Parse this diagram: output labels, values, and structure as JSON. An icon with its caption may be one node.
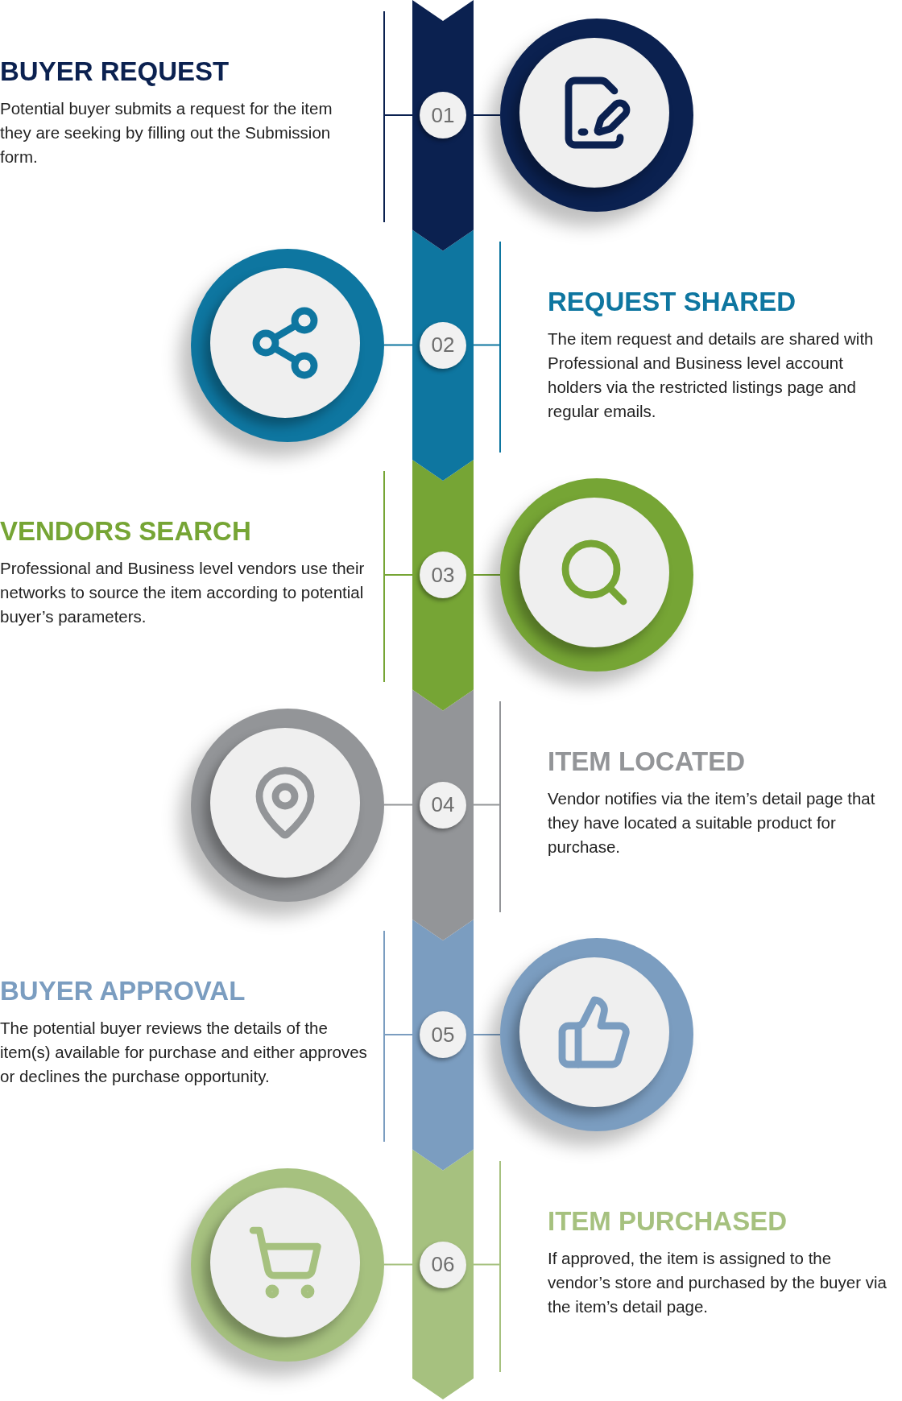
{
  "diagram": {
    "nodes": [
      {
        "text": [
          "BUYER REQUEST",
          "Potential buyer submits a request for the item they are seeking by filling out the Submission form."
        ]
      },
      {
        "text": [
          "01"
        ]
      },
      {
        "text": [],
        "shape": "circle"
      },
      {
        "text": [
          "REQUEST SHARED",
          "The item request and details are shared with Professional and Business level account holders via the restricted listings page and regular emails."
        ]
      },
      {
        "text": [
          "02"
        ]
      },
      {
        "text": [],
        "shape": "circle"
      },
      {
        "text": [
          "VENDORS SEARCH",
          "Professional and Business level vendors use their networks to source the item according to potential buyer’s parameters."
        ]
      },
      {
        "text": [
          "03"
        ]
      },
      {
        "text": [],
        "shape": "circle"
      },
      {
        "text": [
          "ITEM LOCATED",
          "Vendor notifies via the item’s detail page that they have located a suitable product for purchase."
        ]
      },
      {
        "text": [
          "04"
        ]
      },
      {
        "text": [],
        "shape": "circle"
      },
      {
        "text": [
          "BUYER APPROVAL",
          "The potential buyer reviews the details of the item(s) available for purchase and either approves or declines the purchase opportunity."
        ]
      },
      {
        "text": [
          "05"
        ]
      },
      {
        "text": [],
        "shape": "circle"
      },
      {
        "text": [
          "ITEM PURCHASED",
          "If approved, the item is assigned to the vendor’s store and purchased by the buyer via the item’s detail page."
        ]
      },
      {
        "text": [
          "06"
        ]
      },
      {
        "text": [],
        "shape": "circle"
      }
    ],
    "edges": [
      {
        "from": 1,
        "to": 0,
        "arrow": "none",
        "color": "#0b2150"
      },
      {
        "from": 1,
        "to": 2,
        "arrow": "none",
        "color": "#0b2150"
      },
      {
        "from": 4,
        "to": 5,
        "arrow": "none",
        "color": "#0e76a0"
      },
      {
        "from": 4,
        "to": 3,
        "arrow": "none",
        "color": "#0e76a0"
      },
      {
        "from": 7,
        "to": 6,
        "arrow": "none",
        "color": "#76a535"
      },
      {
        "from": 7,
        "to": 8,
        "arrow": "none",
        "color": "#76a535"
      },
      {
        "from": 10,
        "to": 11,
        "arrow": "none",
        "color": "#939598"
      },
      {
        "from": 10,
        "to": 9,
        "arrow": "none",
        "color": "#939598"
      },
      {
        "from": 13,
        "to": 12,
        "arrow": "none",
        "color": "#7b9dc0"
      },
      {
        "from": 13,
        "to": 14,
        "arrow": "none",
        "color": "#7b9dc0"
      },
      {
        "from": 16,
        "to": 17,
        "arrow": "none",
        "color": "#a6c17f"
      },
      {
        "from": 16,
        "to": 15,
        "arrow": "none",
        "color": "#a6c17f"
      }
    ]
  }
}
